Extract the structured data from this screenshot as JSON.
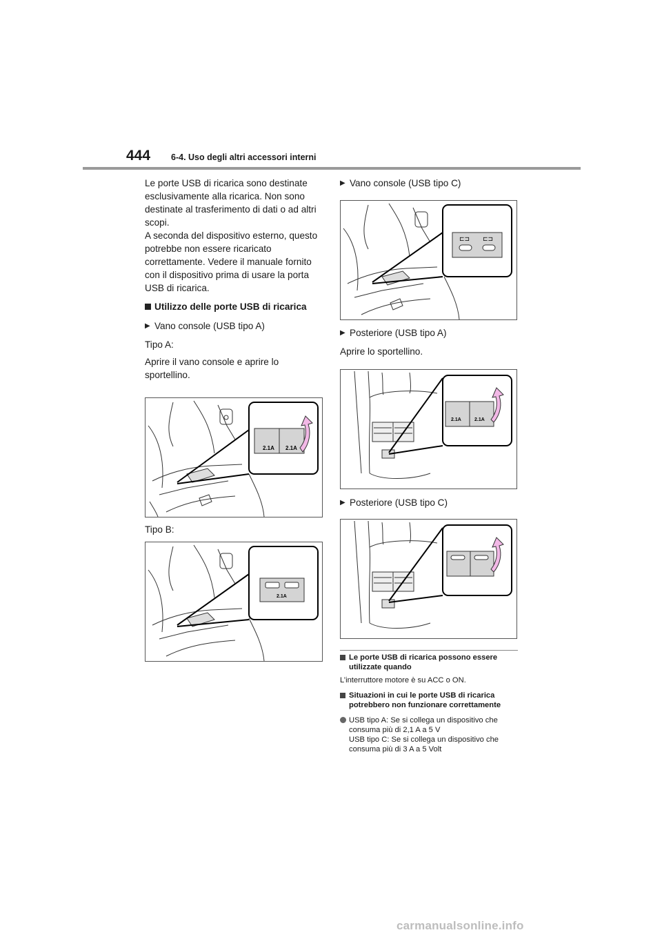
{
  "header": {
    "page_number": "444",
    "section_title": "6-4. Uso degli altri accessori interni"
  },
  "left": {
    "intro": [
      "Le porte USB di ricarica sono destinate esclusivamente alla ricarica. Non sono destinate al trasferimento di dati o ad altri scopi.",
      "A seconda del dispositivo esterno, questo potrebbe non essere ricaricato correttamente. Vedere il manuale fornito con il dispositivo prima di usare la porta USB di ricarica."
    ],
    "heading": "Utilizzo delle porte USB di ricarica",
    "item_console_a": "Vano console (USB tipo A)",
    "tipo_a": "Tipo A:",
    "instruction_a": "Aprire il vano console e aprire lo sportellino.",
    "tipo_b": "Tipo B:"
  },
  "right": {
    "item_console_c": "Vano console (USB tipo C)",
    "item_rear_a": "Posteriore (USB tipo A)",
    "instruction_rear": "Aprire lo sportellino.",
    "item_rear_c": "Posteriore (USB tipo C)",
    "note1_head": "Le porte USB di ricarica possono essere utilizzate quando",
    "note1_text": "L’interruttore motore è su ACC o ON.",
    "note2_head": "Situazioni in cui le porte USB di ricarica potrebbero non funzionare correttamente",
    "note2_bullet_1": "USB tipo A: Se si collega un dispositivo che consuma più di 2,1 A a 5 V",
    "note2_bullet_2": "USB tipo C: Se si collega un dispositivo che consuma più di 3 A a 5 Volt"
  },
  "figures": {
    "port_label_21a": "2.1A",
    "arrow_color": "#f2b8e6",
    "panel_color": "#d4d4d4"
  },
  "watermark": "carmanualsonline.info"
}
